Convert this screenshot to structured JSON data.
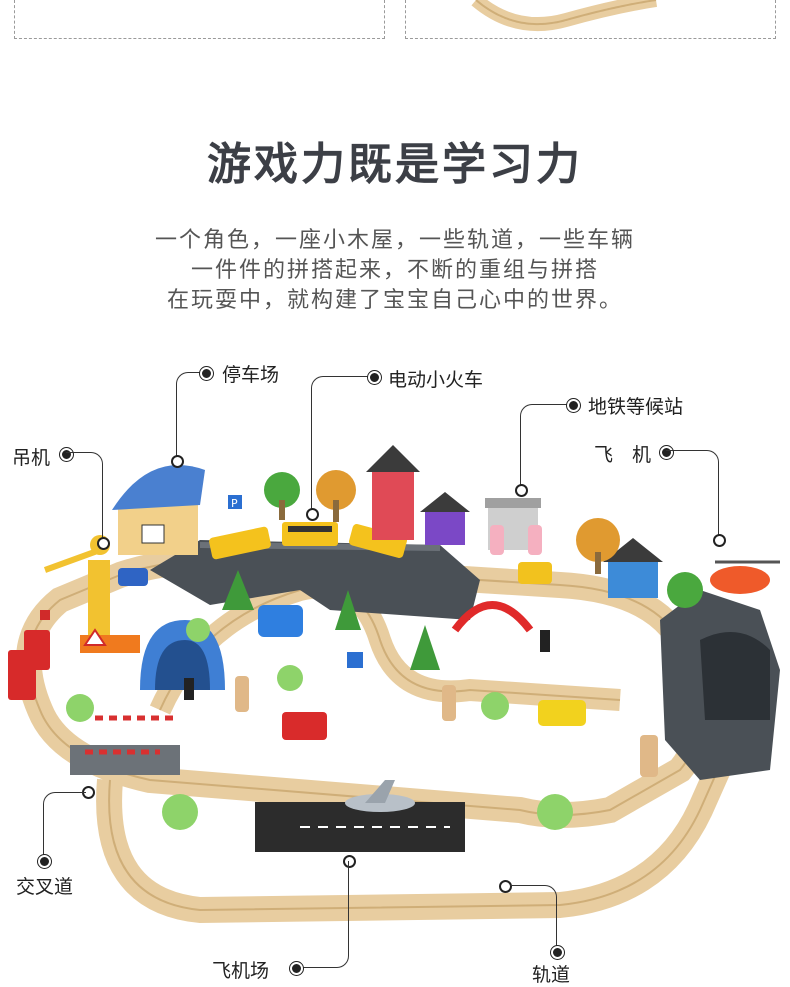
{
  "title": "游戏力既是学习力",
  "description": [
    "一个角色，一座小木屋，一些轨道，一些车辆",
    "一件件的拼搭起来，不断的重组与拼搭",
    "在玩耍中，就构建了宝宝自己心中的世界。"
  ],
  "labels": {
    "parking": "停车场",
    "electric_train": "电动小火车",
    "subway_station": "地铁等候站",
    "crane": "吊机",
    "airplane": "飞　机",
    "crossing": "交叉道",
    "airport": "飞机场",
    "track": "轨道"
  },
  "sign_letter": "P",
  "colors": {
    "wood": "#e8cda0",
    "wood_groove": "#cfae78",
    "mountain": "#4a5056",
    "title": "#3c3f46"
  }
}
